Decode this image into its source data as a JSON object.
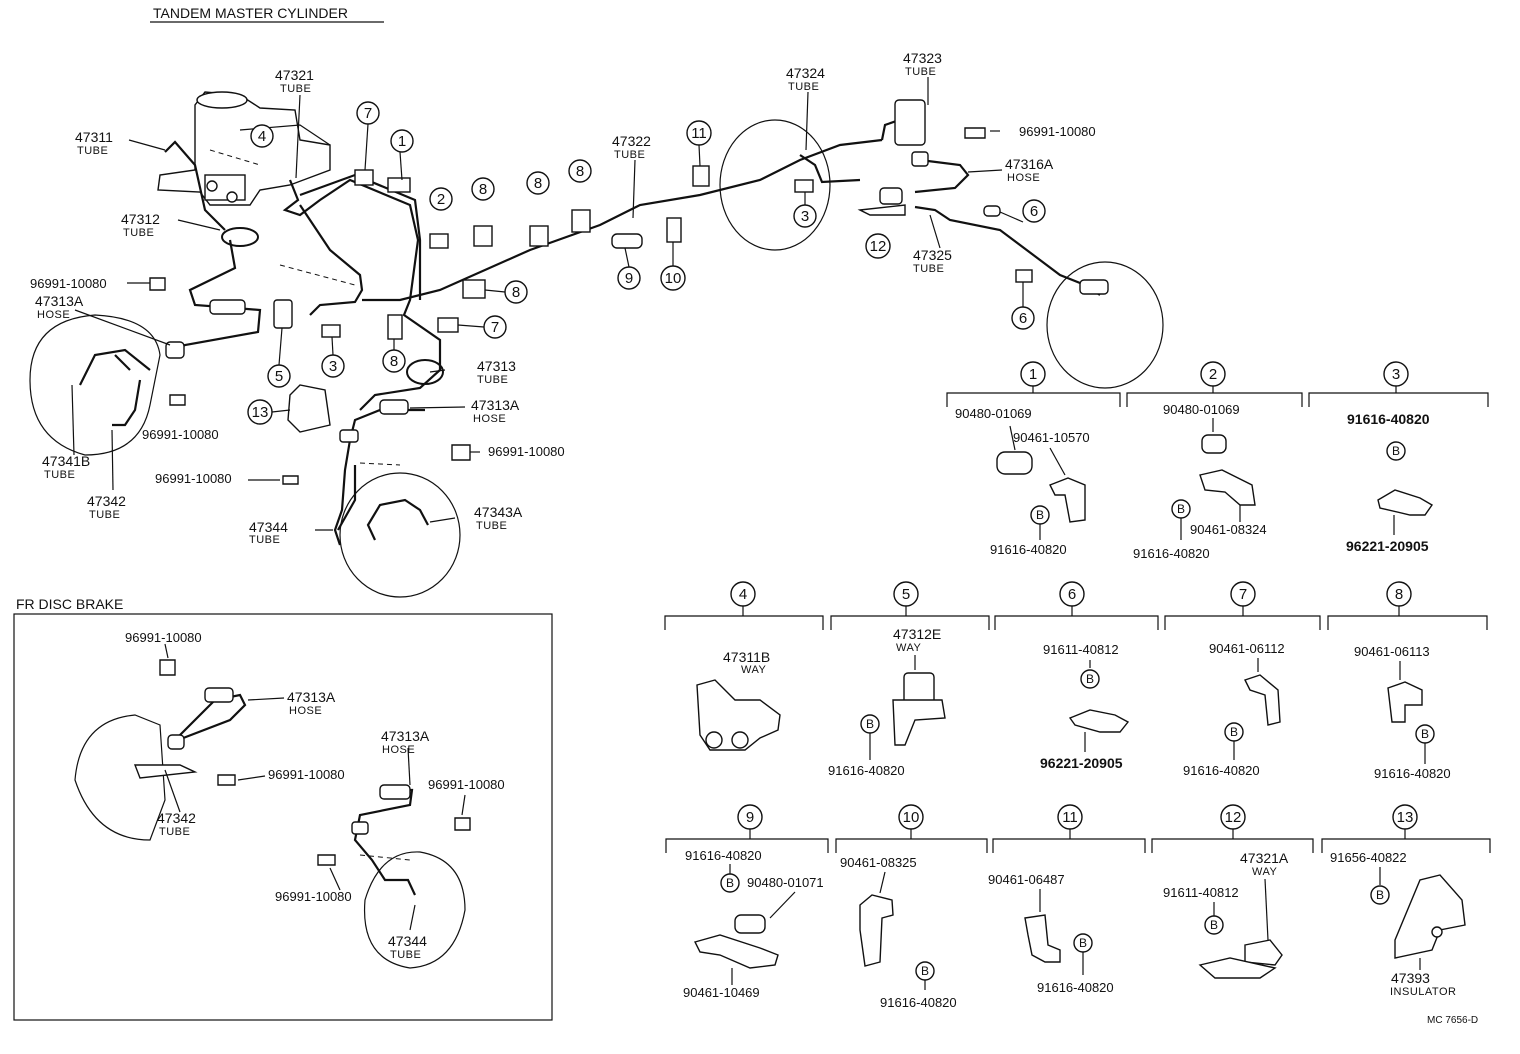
{
  "titles": {
    "main": "TANDEM MASTER CYLINDER",
    "fr_disc": "FR DISC BRAKE",
    "code": "MC 7656-D"
  },
  "callouts": {
    "p47321": "47321",
    "p47321_t": "TUBE",
    "p47311": "47311",
    "p47311_t": "TUBE",
    "p47312": "47312",
    "p47312_t": "TUBE",
    "c96991_a": "96991-10080",
    "p47313A_a": "47313A",
    "p47313A_a_t": "HOSE",
    "p47341B": "47341B",
    "p47341B_t": "TUBE",
    "p47342": "47342",
    "p47342_t": "TUBE",
    "c96991_b": "96991-10080",
    "c96991_c": "96991-10080",
    "p47313": "47313",
    "p47313_t": "TUBE",
    "p47313A_b": "47313A",
    "p47313A_b_t": "HOSE",
    "c96991_d": "96991-10080",
    "p47344": "47344",
    "p47344_t": "TUBE",
    "p47343A": "47343A",
    "p47343A_t": "TUBE",
    "p47322": "47322",
    "p47322_t": "TUBE",
    "p47324": "47324",
    "p47324_t": "TUBE",
    "p47323": "47323",
    "p47323_t": "TUBE",
    "c96991_e": "96991-10080",
    "p47316A": "47316A",
    "p47316A_t": "HOSE",
    "p47325": "47325",
    "p47325_t": "TUBE",
    "fr_96991_a": "96991-10080",
    "fr_47313A_a": "47313A",
    "fr_47313A_a_t": "HOSE",
    "fr_47342": "47342",
    "fr_47342_t": "TUBE",
    "fr_96991_b": "96991-10080",
    "fr_47313A_b": "47313A",
    "fr_47313A_b_t": "HOSE",
    "fr_96991_c": "96991-10080",
    "fr_96991_d": "96991-10080",
    "fr_47344": "47344",
    "fr_47344_t": "TUBE"
  },
  "circle_numbers": {
    "n1": "1",
    "n2": "2",
    "n3": "3",
    "n4": "4",
    "n5": "5",
    "n6": "6",
    "n7": "7",
    "n8": "8",
    "n9": "9",
    "n10": "10",
    "n11": "11",
    "n12": "12",
    "n13": "13"
  },
  "b_marker": "B",
  "details": {
    "d1": {
      "num": "1",
      "a": "90480-01069",
      "b": "90461-10570",
      "c": "91616-40820"
    },
    "d2": {
      "num": "2",
      "a": "90480-01069",
      "b": "90461-08324",
      "c": "91616-40820"
    },
    "d3": {
      "num": "3",
      "a": "91616-40820",
      "b": "96221-20905"
    },
    "d4": {
      "num": "4",
      "a": "47311B",
      "a_t": "WAY"
    },
    "d5": {
      "num": "5",
      "a": "47312E",
      "a_t": "WAY",
      "b": "91616-40820"
    },
    "d6": {
      "num": "6",
      "a": "91611-40812",
      "b": "96221-20905"
    },
    "d7": {
      "num": "7",
      "a": "90461-06112",
      "b": "91616-40820"
    },
    "d8": {
      "num": "8",
      "a": "90461-06113",
      "b": "91616-40820"
    },
    "d9": {
      "num": "9",
      "a": "91616-40820",
      "b": "90480-01071",
      "c": "90461-10469"
    },
    "d10": {
      "num": "10",
      "a": "90461-08325",
      "b": "91616-40820"
    },
    "d11": {
      "num": "11",
      "a": "90461-06487",
      "b": "91616-40820"
    },
    "d12": {
      "num": "12",
      "a": "47321A",
      "a_t": "WAY",
      "b": "91611-40812"
    },
    "d13": {
      "num": "13",
      "a": "91656-40822",
      "b": "47393",
      "b_t": "INSULATOR"
    }
  }
}
